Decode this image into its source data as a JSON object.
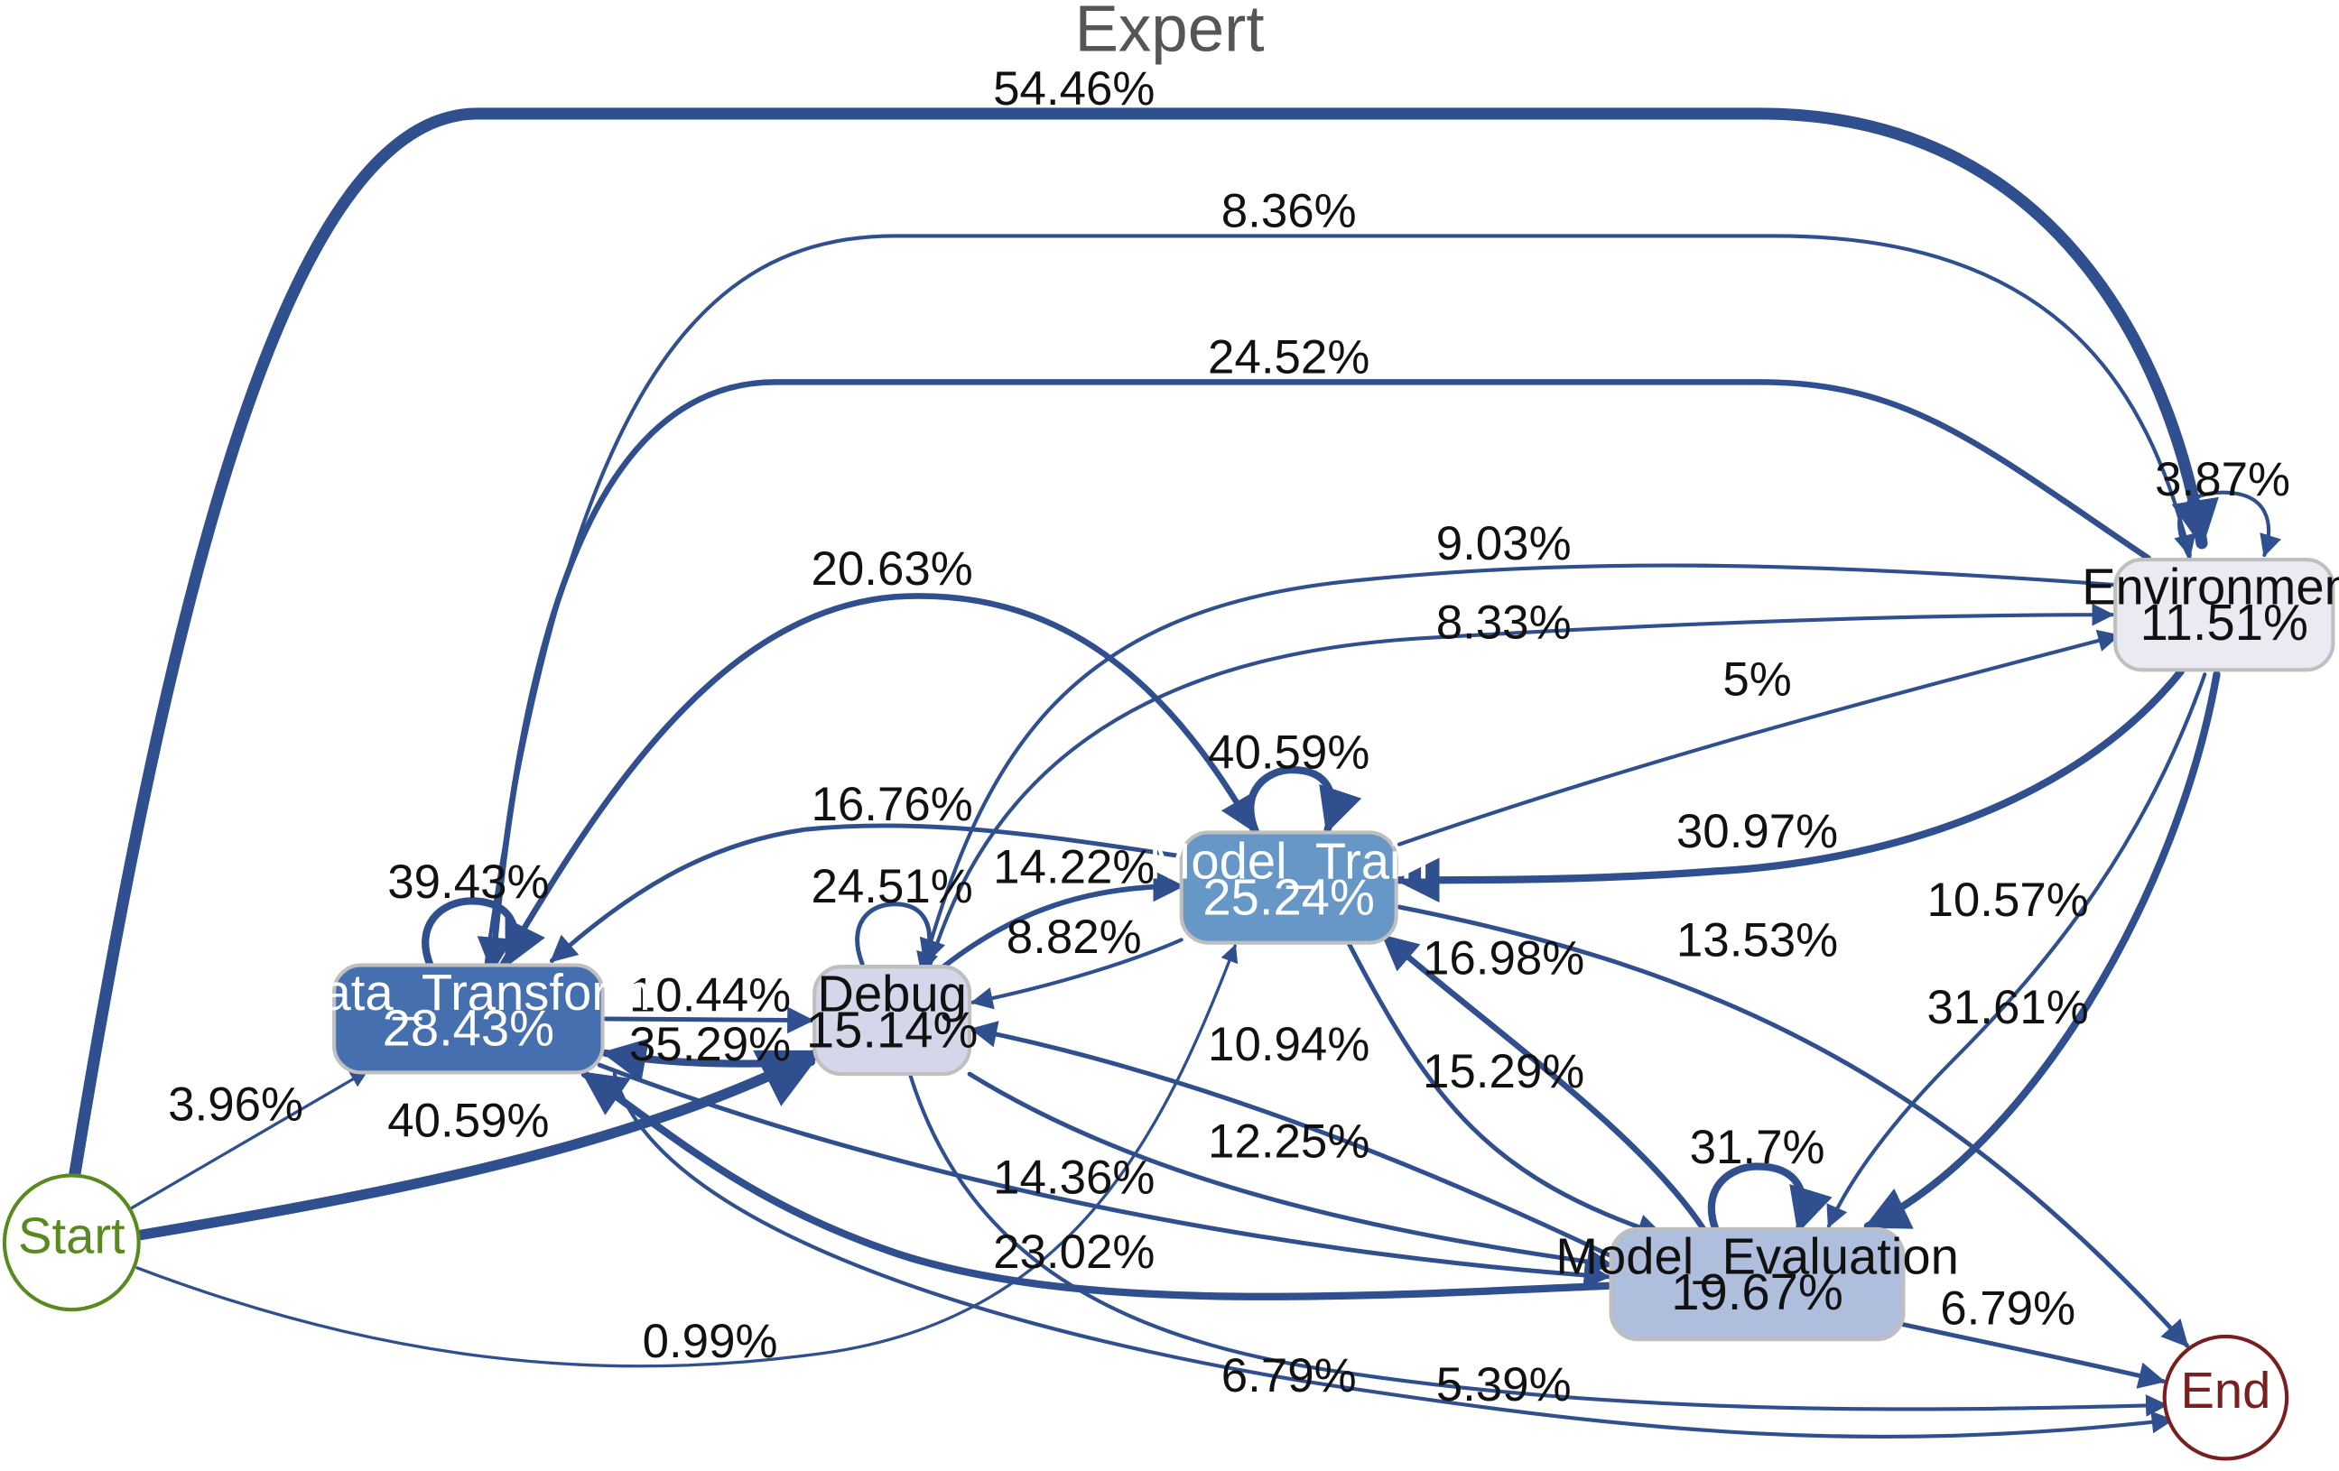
{
  "title": "Expert",
  "colors": {
    "edge": "#2f4f8f",
    "start": "#5a8a1f",
    "end": "#7a1f1f"
  },
  "nodes": {
    "start": {
      "label": "Start"
    },
    "end": {
      "label": "End"
    },
    "data_transform": {
      "label": "Data_Transform",
      "value": "28.43%",
      "fill": "#456fae",
      "text": "#ffffff"
    },
    "debug": {
      "label": "Debug",
      "value": "15.14%",
      "fill": "#d4d6ea",
      "text": "#111111"
    },
    "model_train": {
      "label": "Model_Train",
      "value": "25.24%",
      "fill": "#6797c6",
      "text": "#ffffff"
    },
    "model_evaluation": {
      "label": "Model_Evaluation",
      "value": "19.67%",
      "fill": "#b0bede",
      "text": "#111111"
    },
    "environment": {
      "label": "Environment",
      "value": "11.51%",
      "fill": "#ebe9f2",
      "text": "#111111"
    }
  },
  "edges": [
    {
      "id": "start-env",
      "label": "54.46%"
    },
    {
      "id": "dt-env",
      "label": "8.36%"
    },
    {
      "id": "env-dt",
      "label": "24.52%"
    },
    {
      "id": "env-self",
      "label": "3.87%"
    },
    {
      "id": "env-debug",
      "label": "9.03%"
    },
    {
      "id": "debug-env",
      "label": "8.33%"
    },
    {
      "id": "dt-mt",
      "label": "20.63%"
    },
    {
      "id": "mt-env",
      "label": "5%"
    },
    {
      "id": "mt-self",
      "label": "40.59%"
    },
    {
      "id": "mt-dt",
      "label": "16.76%"
    },
    {
      "id": "env-mt",
      "label": "30.97%"
    },
    {
      "id": "dt-self",
      "label": "39.43%"
    },
    {
      "id": "debug-self",
      "label": "24.51%"
    },
    {
      "id": "debug-mt",
      "label": "14.22%"
    },
    {
      "id": "mt-debug",
      "label": "8.82%"
    },
    {
      "id": "env-me",
      "label": "10.57%"
    },
    {
      "id": "mt-end",
      "label": "13.53%"
    },
    {
      "id": "me-mt",
      "label": "16.98%"
    },
    {
      "id": "dt-debug",
      "label": "10.44%"
    },
    {
      "id": "debug-dt",
      "label": "35.29%"
    },
    {
      "id": "env-me-2",
      "label": "31.61%"
    },
    {
      "id": "start-dt",
      "label": "3.96%"
    },
    {
      "id": "start-debug",
      "label": "40.59%"
    },
    {
      "id": "me-debug",
      "label": "10.94%"
    },
    {
      "id": "mt-me",
      "label": "15.29%"
    },
    {
      "id": "me-self",
      "label": "31.7%"
    },
    {
      "id": "debug-me",
      "label": "12.25%"
    },
    {
      "id": "dt-me",
      "label": "14.36%"
    },
    {
      "id": "me-dt",
      "label": "23.02%"
    },
    {
      "id": "me-end",
      "label": "6.79%"
    },
    {
      "id": "start-mt",
      "label": "0.99%"
    },
    {
      "id": "dt-end",
      "label": "6.79%"
    },
    {
      "id": "debug-end",
      "label": "5.39%"
    }
  ]
}
